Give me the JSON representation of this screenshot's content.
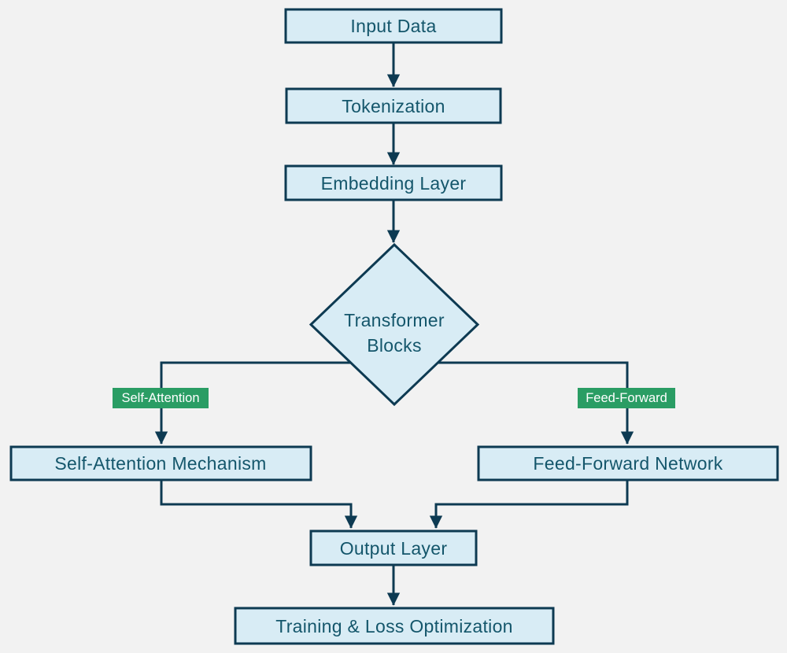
{
  "diagram": {
    "title": "Transformer model pipeline flowchart",
    "colors": {
      "background": "#f2f2f2",
      "node_fill": "#d8ecf5",
      "node_border": "#0d3a52",
      "node_text": "#14566b",
      "edge_line": "#0d3a52",
      "edge_label_background": "#2a9d64",
      "edge_label_text": "#ffffff"
    },
    "nodes": [
      {
        "id": "input",
        "shape": "rect",
        "label": "Input Data"
      },
      {
        "id": "tokenization",
        "shape": "rect",
        "label": "Tokenization"
      },
      {
        "id": "embedding",
        "shape": "rect",
        "label": "Embedding Layer"
      },
      {
        "id": "transformer",
        "shape": "diamond",
        "label": "Transformer Blocks",
        "line1": "Transformer",
        "line2": "Blocks"
      },
      {
        "id": "self_attention",
        "shape": "rect",
        "label": "Self-Attention Mechanism"
      },
      {
        "id": "feed_forward",
        "shape": "rect",
        "label": "Feed-Forward Network"
      },
      {
        "id": "output",
        "shape": "rect",
        "label": "Output Layer"
      },
      {
        "id": "training",
        "shape": "rect",
        "label": "Training & Loss Optimization"
      }
    ],
    "edges": [
      {
        "from": "input",
        "to": "tokenization",
        "label": ""
      },
      {
        "from": "tokenization",
        "to": "embedding",
        "label": ""
      },
      {
        "from": "embedding",
        "to": "transformer",
        "label": ""
      },
      {
        "from": "transformer",
        "to": "self_attention",
        "label": "Self-Attention"
      },
      {
        "from": "transformer",
        "to": "feed_forward",
        "label": "Feed-Forward"
      },
      {
        "from": "self_attention",
        "to": "output",
        "label": ""
      },
      {
        "from": "feed_forward",
        "to": "output",
        "label": ""
      },
      {
        "from": "output",
        "to": "training",
        "label": ""
      }
    ]
  }
}
